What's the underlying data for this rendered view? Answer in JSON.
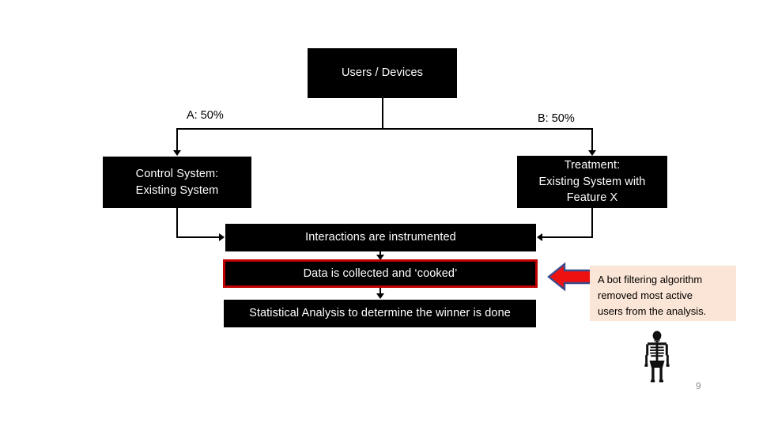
{
  "slide": {
    "page_number": "9",
    "background_color": "#FFFFFF"
  },
  "colors": {
    "box_fill": "#000000",
    "box_text": "#FFFFFF",
    "highlight_border": "#C00000",
    "callout_fill": "#FBE5D6",
    "red_arrow_fill": "#EE1111",
    "red_arrow_outline": "#3B4B8A",
    "page_number_color": "#8C8C8C"
  },
  "diagram": {
    "source_box": {
      "label": "Users / Devices"
    },
    "split_labels": {
      "a": "A: 50%",
      "b": "B: 50%"
    },
    "control_box": {
      "line1": "Control System:",
      "line2": "Existing System"
    },
    "treatment_box": {
      "line1": "Treatment:",
      "line2": "Existing System with",
      "line3": "Feature X"
    },
    "steps": [
      {
        "label": "Interactions are instrumented",
        "highlighted": false
      },
      {
        "label": "Data is collected and ‘cooked’",
        "highlighted": true
      },
      {
        "label": "Statistical Analysis to determine the winner is done",
        "highlighted": false
      }
    ]
  },
  "callout": {
    "line1": "A bot filtering algorithm",
    "line2": "removed most active",
    "line3": "users from the analysis."
  },
  "icons": {
    "red_arrow": "left-arrow-icon",
    "skeleton": "skeleton-icon"
  }
}
